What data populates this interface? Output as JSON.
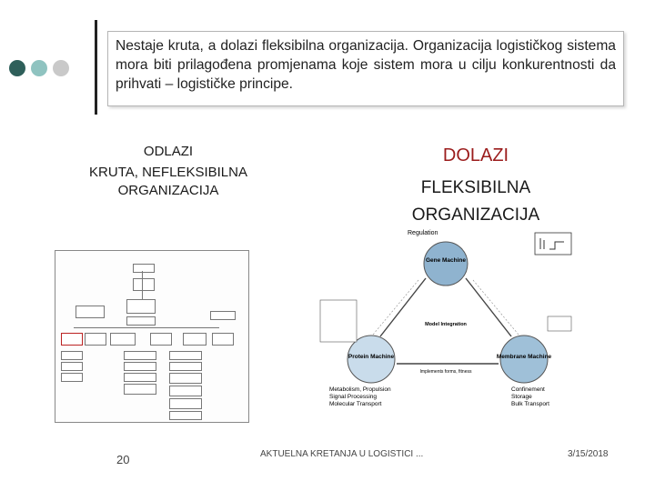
{
  "slide": {
    "callout_text": "Nestaje kruta, a dolazi fleksibilna organizacija.  Organizacija logističkog sistema mora biti prilagođena promjenama koje sistem mora u cilju konkurentnosti da prihvati – logističke principe.",
    "left": {
      "label": "ODLAZI",
      "title": "KRUTA, NEFLEKSIBILNA ORGANIZACIJA"
    },
    "right": {
      "label": "DOLAZI",
      "title": "FLEKSIBILNA ORGANIZACIJA"
    },
    "diagram": {
      "regulation": "Regulation",
      "gene": "Gene Machine",
      "protein": "Protein Machine",
      "membrane": "Membrane Machine",
      "model": "Model Integration",
      "implements": "Implements forms, fitness",
      "metabolism": "Metabolism, Propulsion\nSignal Processing\nMolecular Transport",
      "confinement": "Confinement\nStorage\nBulk Transport"
    },
    "footer": {
      "page": "20",
      "center": "AKTUELNA KRETANJA U LOGISTICI ...",
      "date": "3/15/2018"
    }
  },
  "colors": {
    "dot1": "#2e5f5a",
    "dot2": "#8fc3c0",
    "dot3": "#c9c9c9",
    "gene": "#8fb3cf",
    "membrane": "#9fc0d8"
  }
}
